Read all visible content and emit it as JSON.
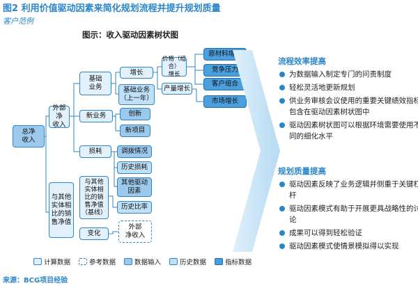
{
  "figure_title": "图2 利用价值驱动因素来简化规划流程并提升规划质量",
  "subtitle": "客户范例",
  "diagram_title": "图示：收入驱动因素树状图",
  "tree": {
    "root": "总净\n收入",
    "external_net_income": "外部净\n收入",
    "base_business": "基础\n业务",
    "growth": "增长",
    "price_mix": "价格（组合）\n增长",
    "volume_growth": "产量增长",
    "base_business_last_year": "基础业务\n（上一年）",
    "raw_material_increase": "原材料增加",
    "competition_pressure": "竞争压力",
    "customer_mix": "客户组合",
    "market_growth": "市场增长",
    "new_business": "新业务",
    "innovation": "创新",
    "new_project": "新项目",
    "loss": "损耗",
    "adjustment": "调拨情况",
    "historical_loss": "历史损耗",
    "other_drivers": "其他驱动\n因素",
    "comparable_sales": "与其他\n实体相\n比的销\n售净值",
    "comparable_sales_baseline": "与其他\n实体相\n比的销\n售净值\n（基线）",
    "historical_ratio": "历史比率",
    "change": "变化",
    "external_net_income_ref": "外部\n净收入"
  },
  "right_panel": {
    "section1_title": "流程效率提高",
    "section1_items": [
      "为数据输入制定专门的问责制度",
      "轻松灵活地更新规划",
      "供业务审核会议使用的重要关键绩效指标包含在驱动因素树状图中",
      "驱动因素树状图可以根据环境需要使用不同的细化水平"
    ],
    "section2_title": "规划质量提高",
    "section2_items": [
      "驱动因素反映了业务逻辑并侧重于关键杠杆",
      "驱动因素模式有助于开展更具战略性的讨论",
      "成果可以得到轻松验证",
      "驱动因素模式使情景模拟得以实现"
    ]
  },
  "legend": {
    "calc": "计算数据",
    "ref": "参考数据",
    "input": "数据输入",
    "hist": "历史数据",
    "ind": "指标数据"
  },
  "source": "来源：BCG项目经验",
  "colors": {
    "accent": "#2a86c8",
    "calc_fill": "#e2f1fb",
    "input_fill": "#9cc9ec",
    "hist_fill": "#bfe0f7",
    "ind_fill": "#4a9fdc"
  }
}
